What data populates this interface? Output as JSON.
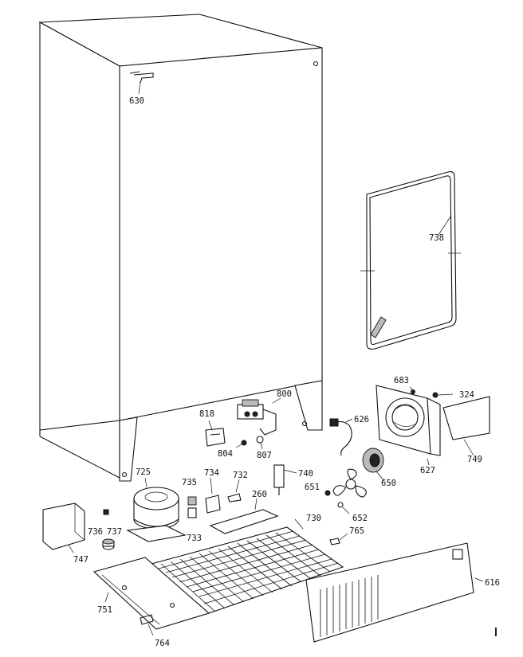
{
  "diagram": {
    "part_labels": {
      "p630": "630",
      "p738": "738",
      "p800": "800",
      "p818": "818",
      "p804": "804",
      "p807": "807",
      "p626": "626",
      "p683": "683",
      "p324": "324",
      "p627": "627",
      "p749": "749",
      "p650": "650",
      "p725": "725",
      "p735": "735",
      "p734": "734",
      "p732": "732",
      "p740": "740",
      "p260": "260",
      "p651": "651",
      "p652": "652",
      "p730": "730",
      "p765": "765",
      "p733": "733",
      "p736": "736",
      "p737": "737",
      "p747": "747",
      "p751": "751",
      "p764": "764",
      "p616": "616"
    }
  }
}
